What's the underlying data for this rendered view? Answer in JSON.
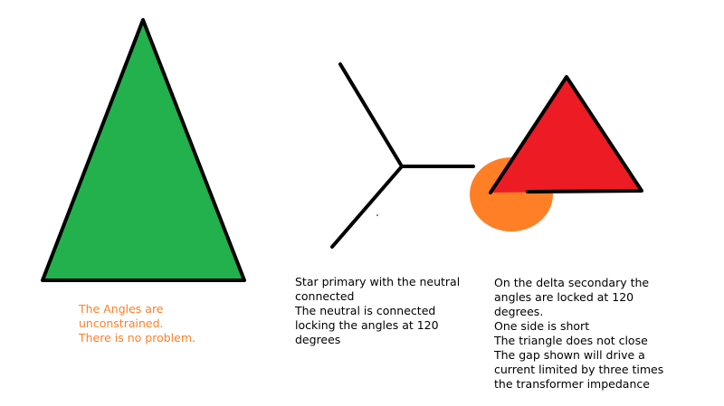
{
  "colors": {
    "background": "#ffffff",
    "green_triangle": "#22b14c",
    "red_triangle": "#ed1c24",
    "orange_highlight": "#ff7f27",
    "outline": "#000000",
    "left_note_text": "#ff7f27",
    "note_text": "#000000"
  },
  "notes": {
    "left": [
      "The Angles are",
      "unconstrained.",
      "There is no problem."
    ],
    "middle": [
      "Star primary with the neutral",
      "connected",
      "The neutral is connected",
      "locking the angles at 120",
      "degrees"
    ],
    "right": [
      "On the delta secondary the",
      "angles are locked at 120",
      "degrees.",
      "One side is short",
      "The triangle does not close",
      "The gap shown will drive a",
      "current limited by three times",
      "the transformer impedance"
    ]
  }
}
